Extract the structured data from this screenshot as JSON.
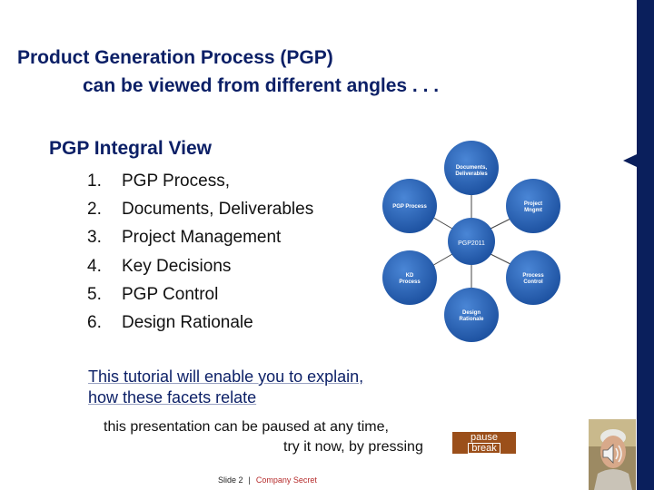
{
  "slide": {
    "title_line1": "Product Generation Process (PGP)",
    "title_line2": "can be viewed from different angles . . .",
    "section_heading": "PGP Integral View",
    "list": [
      {
        "num": "1.",
        "text": "PGP Process,"
      },
      {
        "num": "2.",
        "text": "Documents, Deliverables"
      },
      {
        "num": "3.",
        "text": "Project Management"
      },
      {
        "num": "4.",
        "text": "Key Decisions"
      },
      {
        "num": "5.",
        "text": "PGP Control"
      },
      {
        "num": "6.",
        "text": "Design Rationale"
      }
    ],
    "tutorial_line1": "This tutorial will enable you to explain,",
    "tutorial_line2": "how these facets relate",
    "pause_line1": "this presentation can be paused at any time,",
    "pause_line2": "try it now, by pressing"
  },
  "pause_button": {
    "line1": "pause",
    "line2": "break"
  },
  "footer": {
    "slide_label": "Slide 2",
    "separator": "|",
    "company_secret": "Company Secret"
  },
  "diagram": {
    "center": "PGP2011",
    "nodes": [
      {
        "label_line1": "Documents,",
        "label_line2": "Deliverables"
      },
      {
        "label_line1": "Project",
        "label_line2": "Mngmt"
      },
      {
        "label_line1": "Process",
        "label_line2": "Control"
      },
      {
        "label_line1": "Design",
        "label_line2": "Rationale"
      },
      {
        "label_line1": "KD",
        "label_line2": "Process"
      },
      {
        "label_line1": "PGP Process",
        "label_line2": ""
      }
    ]
  },
  "colors": {
    "title": "#0b1f66",
    "band": "#0a1f5c",
    "node_blue": "#1f5fb5",
    "pause_btn": "#9b4f1a",
    "company_secret": "#b52a2a"
  },
  "icons": [
    "speaker-icon",
    "presenter-photo"
  ]
}
